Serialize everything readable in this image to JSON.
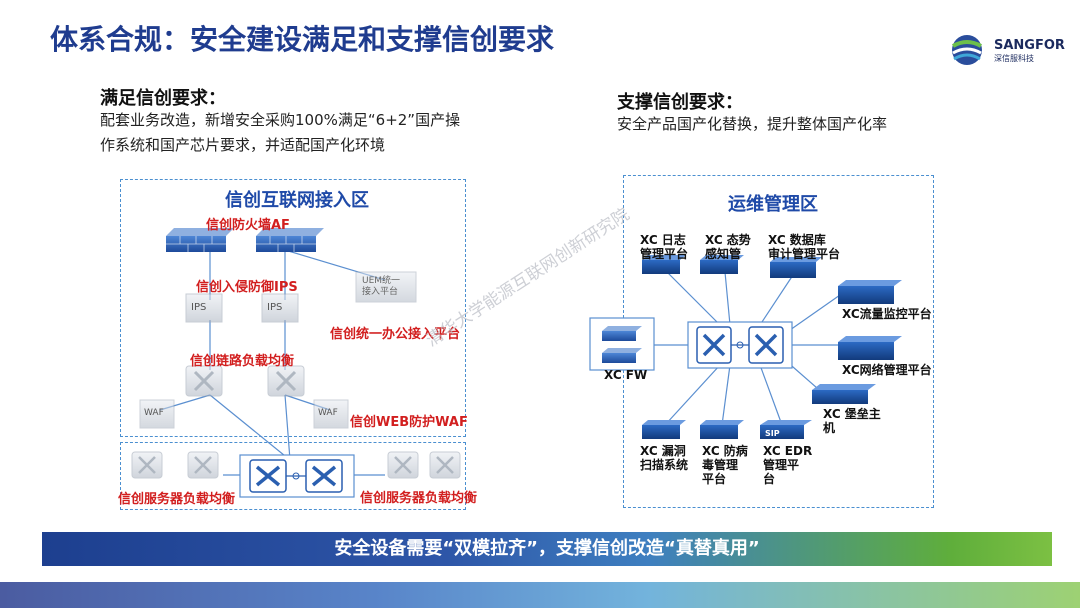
{
  "page": {
    "title": "体系合规：安全建设满足和支撑信创要求",
    "logo_text": "SANGFOR",
    "logo_sub": "深信服科技"
  },
  "left": {
    "heading": "满足信创要求：",
    "text_line1": "配套业务改造，新增安全采购100%满足“6+2”国产操",
    "text_line2": "作系统和国产芯片要求，并适配国产化环境",
    "zone_title": "信创互联网接入区",
    "labels": {
      "firewall": "信创防火墙AF",
      "ips": "信创入侵防御IPS",
      "office": "信创统一办公接入平台",
      "lb": "信创链路负载均衡",
      "waf": "信创WEB防护WAF",
      "server_lb_left": "信创服务器负载均衡",
      "server_lb_right": "信创服务器负载均衡"
    },
    "device_text": {
      "ips": "IPS",
      "waf": "WAF",
      "uem_line1": "UEM统一",
      "uem_line2": "接入平台"
    }
  },
  "right": {
    "heading": "支撑信创要求：",
    "text": "安全产品国产化替换，提升整体国产化率",
    "zone_title": "运维管理区",
    "labels": {
      "log_l1": "XC 日志",
      "log_l2": "管理平台",
      "situ_l1": "XC 态势",
      "situ_l2": "感知管",
      "db_l1": "XC 数据库",
      "db_l2": "审计管理平台",
      "flow": "XC流量监控平台",
      "net": "XC网络管理平台",
      "bastion_l1": "XC 堡垒主",
      "bastion_l2": "机",
      "fw": "XC FW",
      "vuln_l1": "XC 漏洞",
      "vuln_l2": "扫描系统",
      "av_l1": "XC 防病",
      "av_l2": "毒管理",
      "av_l3": "平台",
      "edr_l1": "XC EDR",
      "edr_l2": "管理平",
      "edr_l3": "台"
    },
    "device_text": {
      "sip": "SIP"
    }
  },
  "banner": "安全设备需要“双模拉齐”，支撑信创改造“真替真用”",
  "watermark": "清华大学能源互联网创新研究院",
  "colors": {
    "title": "#1f3c8f",
    "zone_border": "#4a8fd0",
    "red_label": "#d21f1f",
    "device_blue": "#2a5fb0"
  },
  "icons": [
    "firewall-icon",
    "ips-icon",
    "switch-icon",
    "waf-icon",
    "server-appliance-icon",
    "logo-icon"
  ]
}
